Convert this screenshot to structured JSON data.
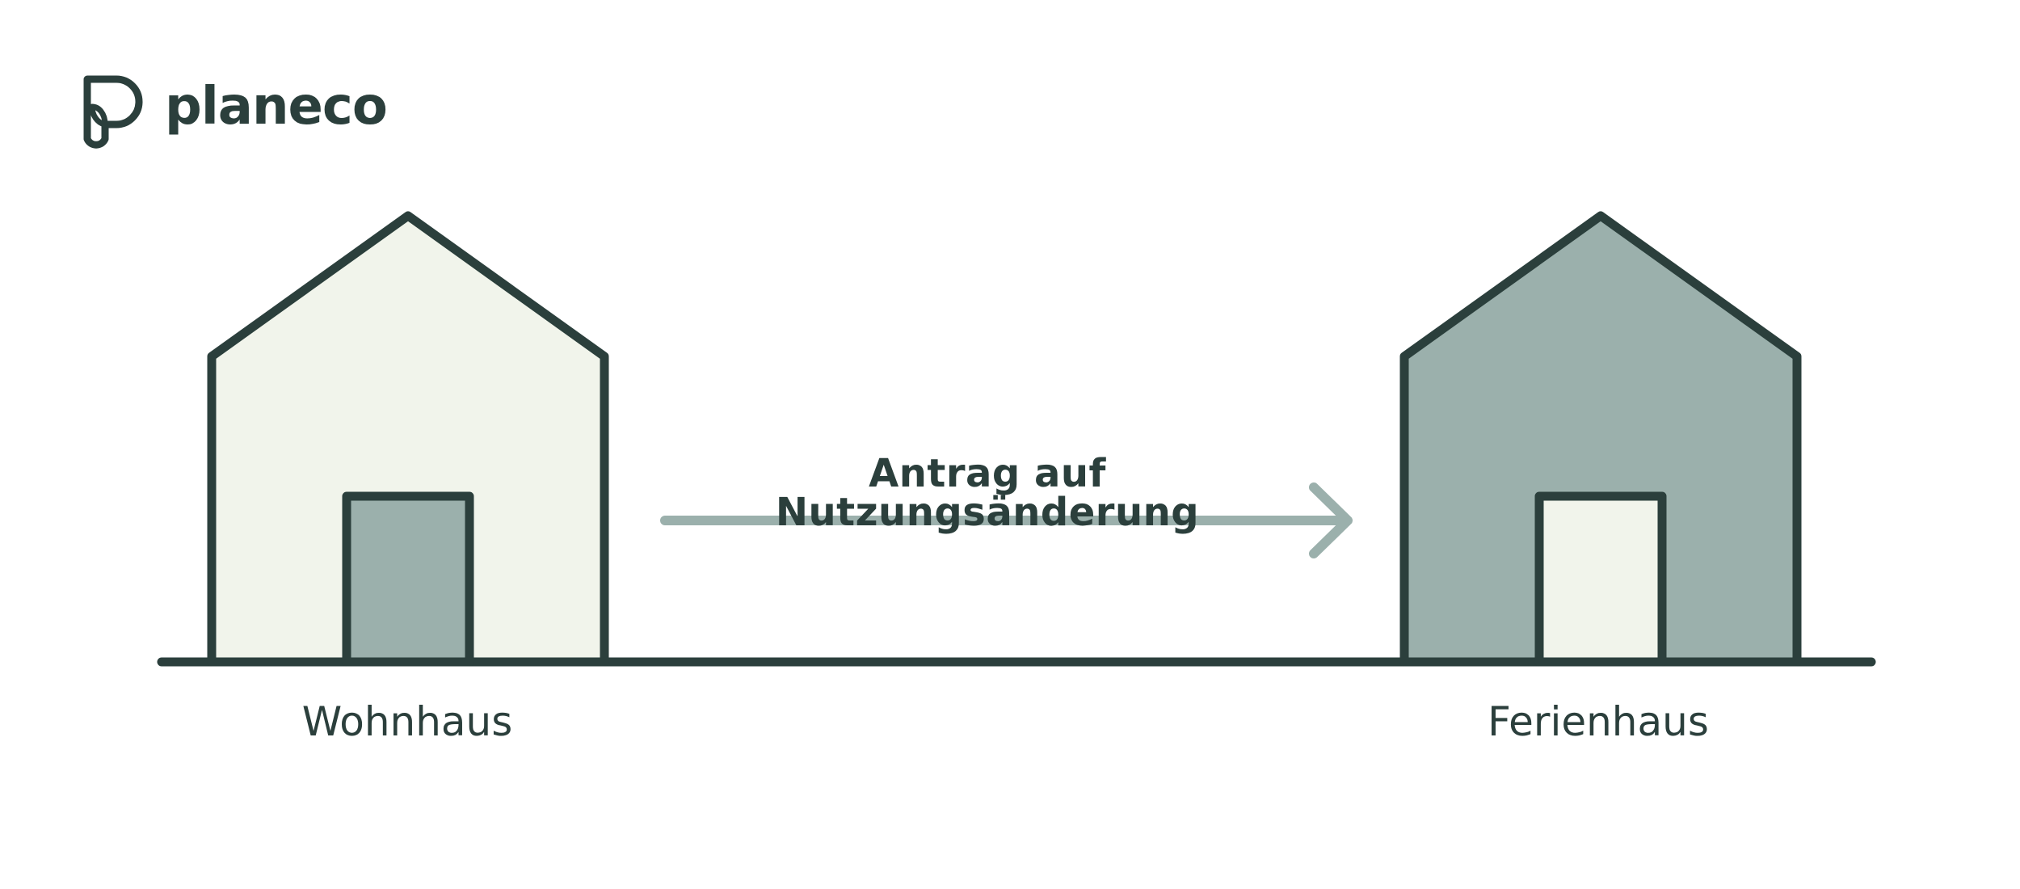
{
  "brand": {
    "name": "planeco",
    "icon": "leaf-p-logo-icon"
  },
  "diagram": {
    "process_label": "Antrag auf Nutzungsänderung",
    "from_house": {
      "label": "Wohnhaus",
      "wall_color": "#f1f4eb",
      "door_color": "#9bb0ac"
    },
    "to_house": {
      "label": "Ferienhaus",
      "wall_color": "#9bb0ac",
      "door_color": "#f1f4eb"
    }
  },
  "colors": {
    "outline": "#2b3f3c",
    "arrow": "#9bb0ac",
    "background": "#ffffff"
  }
}
